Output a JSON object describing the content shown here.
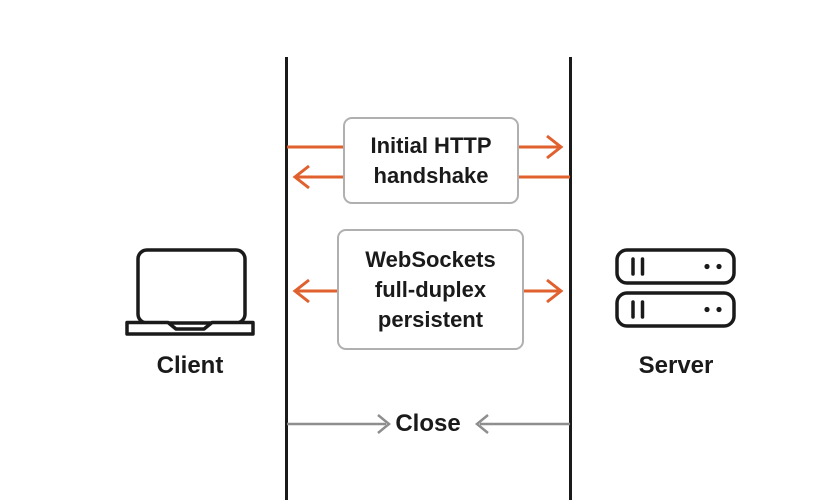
{
  "diagram": {
    "type": "sequence-diagram",
    "participants": {
      "client": {
        "label": "Client",
        "icon": "laptop-icon"
      },
      "server": {
        "label": "Server",
        "icon": "server-stack-icon"
      }
    },
    "messages": [
      {
        "name": "initial-http-handshake",
        "lines": [
          "Initial HTTP",
          "handshake"
        ],
        "arrows": [
          "client-to-server",
          "server-to-client"
        ],
        "color": "#e0602e"
      },
      {
        "name": "websockets-full-duplex",
        "lines": [
          "WebSockets",
          "full-duplex",
          "persistent"
        ],
        "arrows": [
          "bidirectional"
        ],
        "color": "#e0602e"
      },
      {
        "name": "close",
        "label": "Close",
        "arrows": [
          "from-client-inward",
          "from-server-inward"
        ],
        "color": "#8e8e8e"
      }
    ],
    "colors": {
      "arrow_orange": "#e0602e",
      "arrow_gray": "#8e8e8e",
      "line_black": "#1a1a1a",
      "box_border": "#b0b0b0",
      "text": "#1a1a1a",
      "background": "#ffffff"
    }
  }
}
